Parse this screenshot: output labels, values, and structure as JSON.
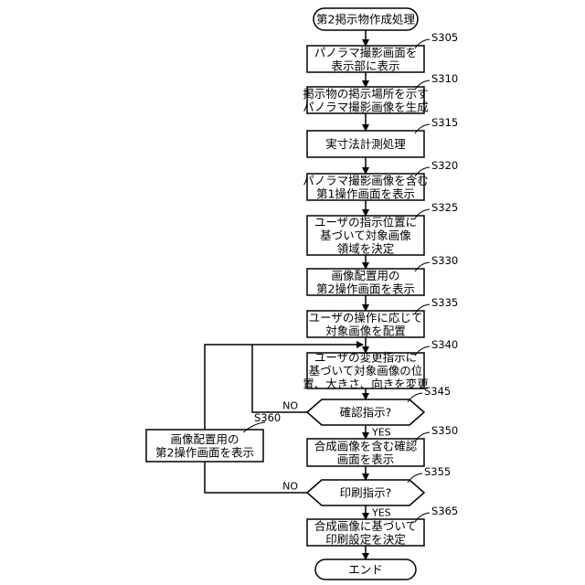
{
  "start_label": "第2掲示物作成処理",
  "end_label": "エンド",
  "steps": [
    {
      "id": "S305",
      "lines": [
        "パノラマ撮影画面を",
        "表示部に表示"
      ]
    },
    {
      "id": "S310",
      "lines": [
        "掲示物の掲示場所を示す",
        "パノラマ撮影画像を生成"
      ]
    },
    {
      "id": "S315",
      "lines": [
        "実寸法計測処理"
      ]
    },
    {
      "id": "S320",
      "lines": [
        "パノラマ撮影画像を含む",
        "第1操作画面を表示"
      ]
    },
    {
      "id": "S325",
      "lines": [
        "ユーザの指示位置に",
        "基づいて対象画像",
        "領域を決定"
      ]
    },
    {
      "id": "S330",
      "lines": [
        "画像配置用の",
        "第2操作画面を表示"
      ]
    },
    {
      "id": "S335",
      "lines": [
        "ユーザの操作に応じて",
        "対象画像を配置"
      ]
    },
    {
      "id": "S340",
      "lines": [
        "ユーザの変更指示に",
        "基づいて対象画像の位",
        "置、大きさ、向きを変更"
      ]
    },
    {
      "id": "S345",
      "lines": [
        "確認指示?"
      ]
    },
    {
      "id": "S350",
      "lines": [
        "合成画像を含む確認",
        "画面を表示"
      ]
    },
    {
      "id": "S355",
      "lines": [
        "印刷指示?"
      ]
    },
    {
      "id": "S365",
      "lines": [
        "合成画像に基づいて",
        "印刷設定を決定"
      ]
    },
    {
      "id": "S360",
      "lines": [
        "画像配置用の",
        "第2操作画面を表示"
      ]
    }
  ],
  "branches": {
    "yes": "YES",
    "no": "NO"
  }
}
